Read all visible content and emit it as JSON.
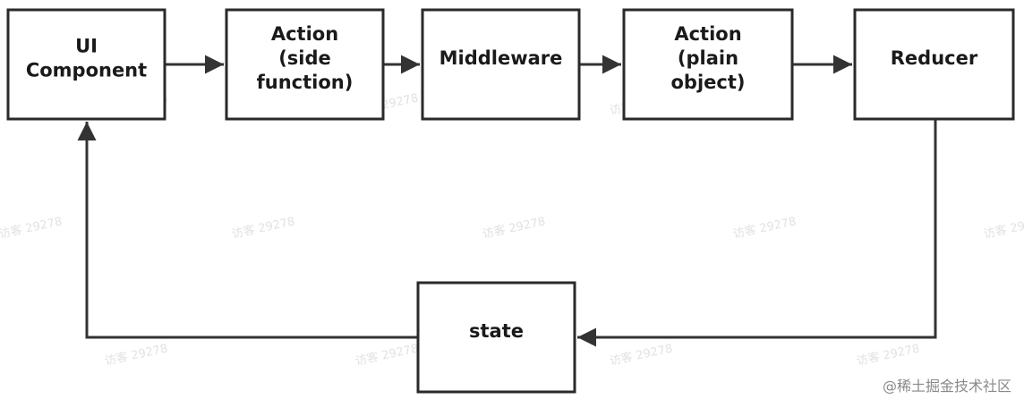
{
  "nodes": [
    {
      "id": "ui-component",
      "lines": [
        "UI",
        "Component"
      ]
    },
    {
      "id": "action-side-function",
      "lines": [
        "Action",
        "(side",
        "function)"
      ]
    },
    {
      "id": "middleware",
      "lines": [
        "Middleware"
      ]
    },
    {
      "id": "action-plain-object",
      "lines": [
        "Action",
        "(plain",
        "object)"
      ]
    },
    {
      "id": "reducer",
      "lines": [
        "Reducer"
      ]
    },
    {
      "id": "state",
      "lines": [
        "state"
      ]
    }
  ],
  "edges": [
    {
      "from": "ui-component",
      "to": "action-side-function"
    },
    {
      "from": "action-side-function",
      "to": "middleware"
    },
    {
      "from": "middleware",
      "to": "action-plain-object"
    },
    {
      "from": "action-plain-object",
      "to": "reducer"
    },
    {
      "from": "reducer",
      "to": "state"
    },
    {
      "from": "state",
      "to": "ui-component"
    }
  ],
  "watermark": "访客 29278",
  "source": "@稀土掘金技术社区",
  "colors": {
    "stroke": "#2a2a2a",
    "text": "#1a1a1a",
    "watermark": "#e2e2e2",
    "source": "#8a8a8a"
  }
}
